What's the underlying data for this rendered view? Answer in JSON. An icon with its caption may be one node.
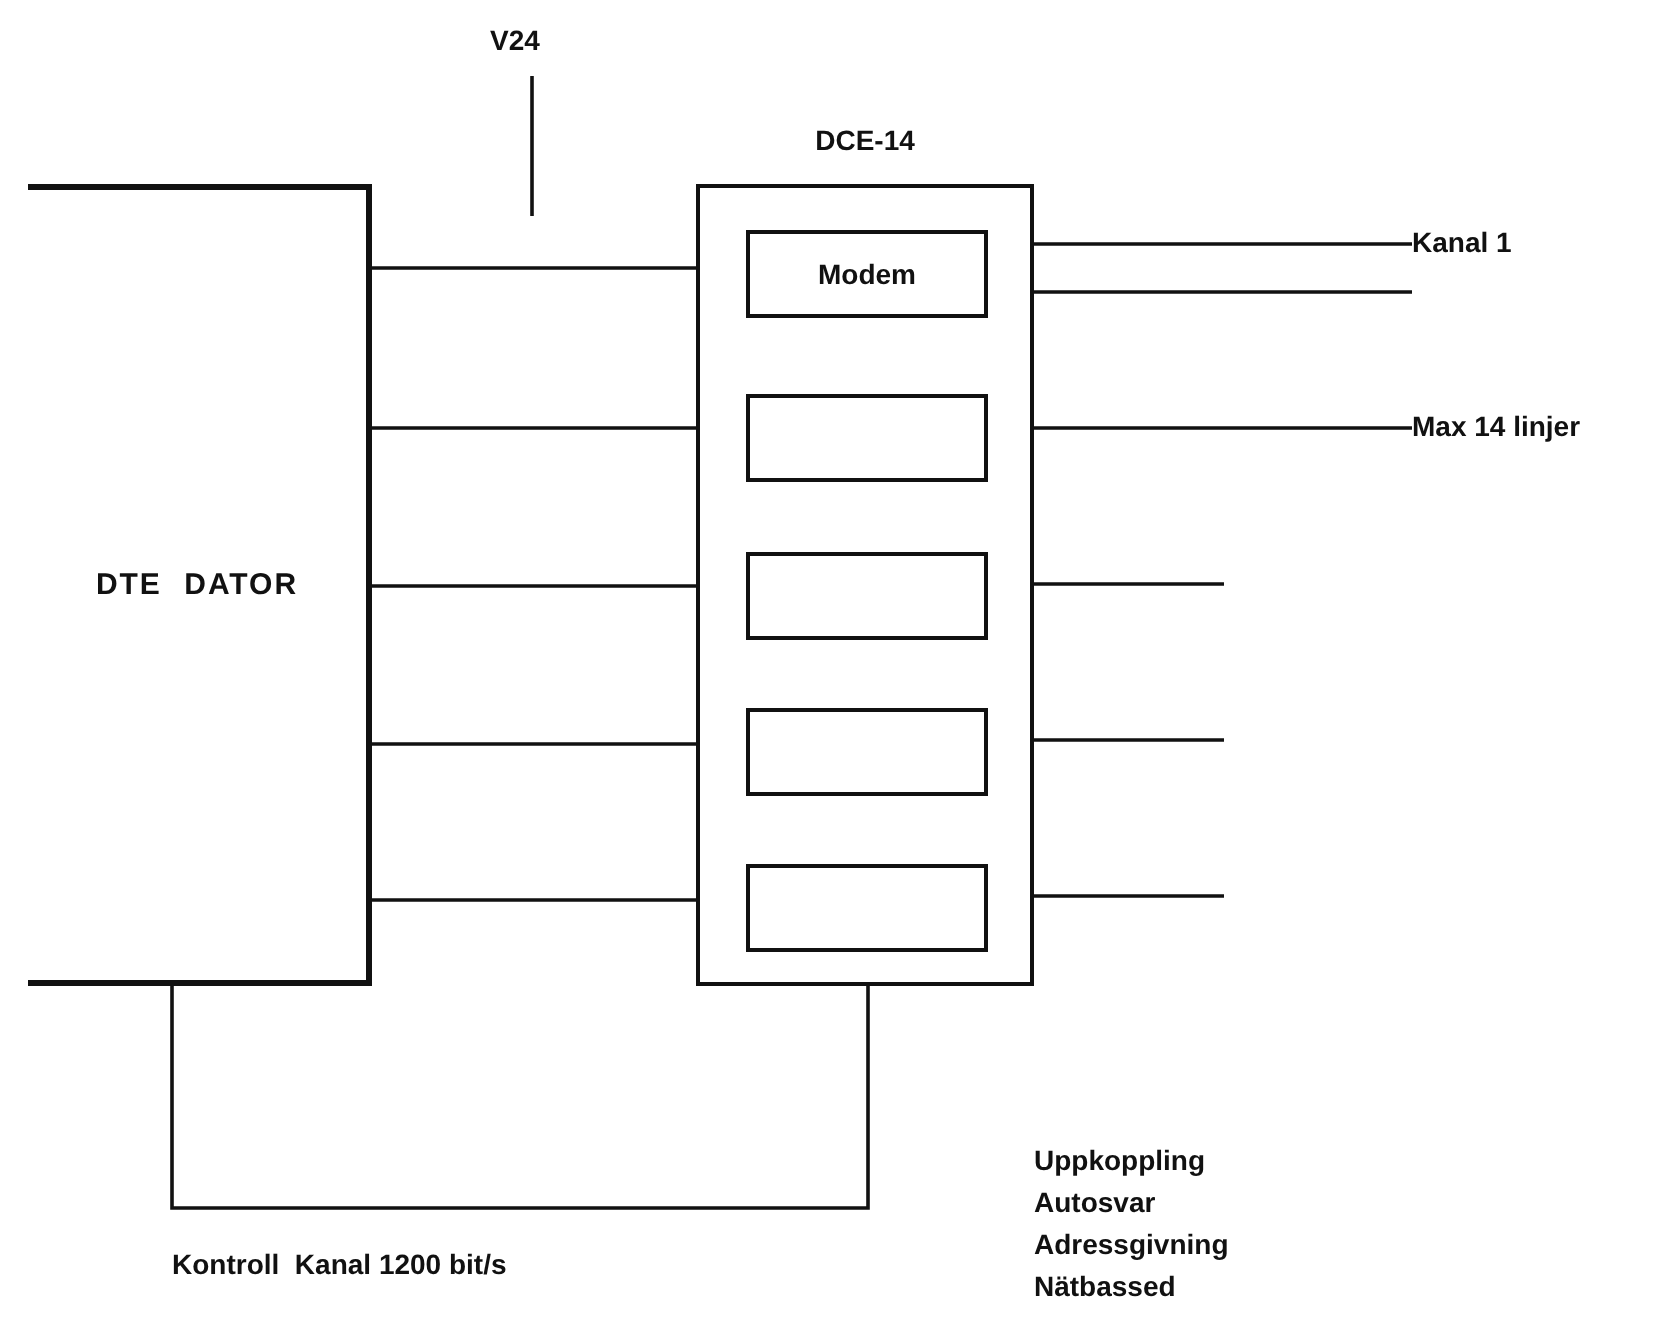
{
  "diagram": {
    "nodes": [
      {
        "text": [
          "DTE DATOR"
        ]
      },
      {
        "text": [
          "DCE-14"
        ]
      },
      {
        "text": [
          "Modem"
        ],
        "in": 1
      },
      {
        "text": [],
        "shape": "box",
        "in": 1
      },
      {
        "text": [],
        "shape": "box",
        "in": 1
      },
      {
        "text": [],
        "shape": "box",
        "in": 1
      },
      {
        "text": [],
        "shape": "box",
        "in": 1
      },
      {
        "text": [
          "Kanal 1"
        ]
      },
      {
        "text": [
          "Max 14 linjer"
        ]
      },
      {
        "text": [
          "V24"
        ]
      }
    ],
    "edges": [
      {
        "from": 0,
        "to": 1,
        "arrow": "none"
      },
      {
        "from": 0,
        "to": 1,
        "arrow": "none"
      },
      {
        "from": 0,
        "to": 1,
        "arrow": "none"
      },
      {
        "from": 0,
        "to": 1,
        "arrow": "none"
      },
      {
        "from": 0,
        "to": 1,
        "arrow": "none"
      },
      {
        "from": 1,
        "to": 7,
        "arrow": "none"
      },
      {
        "from": 1,
        "to": 7,
        "arrow": "none"
      },
      {
        "from": 1,
        "to": 8,
        "arrow": "none"
      },
      {
        "from": 1,
        "to": null,
        "arrow": "none"
      },
      {
        "from": 1,
        "to": null,
        "arrow": "none"
      },
      {
        "from": 1,
        "to": null,
        "arrow": "none"
      },
      {
        "from": 9,
        "to": null,
        "arrow": "none"
      },
      {
        "from": 0,
        "to": 1,
        "arrow": "none",
        "label": "Kontroll  Kanal 1200 bit/s"
      }
    ],
    "labels": [
      "Uppkoppling",
      "Autosvar",
      "Adressgivning",
      "Nätbassed"
    ]
  }
}
